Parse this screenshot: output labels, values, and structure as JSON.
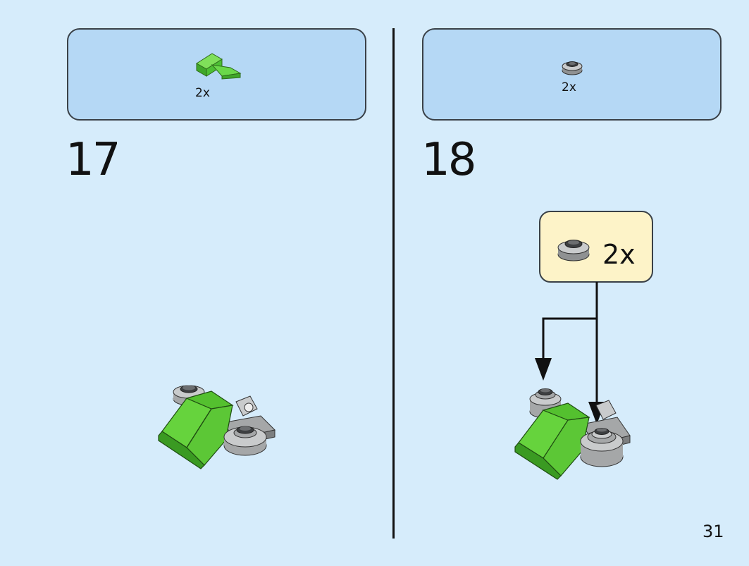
{
  "steps": [
    {
      "number": "17",
      "parts": [
        {
          "icon": "green-slope-brick-icon",
          "count": "2x"
        }
      ]
    },
    {
      "number": "18",
      "parts": [
        {
          "icon": "gray-round-plate-icon",
          "count": "2x"
        }
      ],
      "callout": {
        "icon": "gray-round-plate-icon",
        "count": "2x"
      }
    }
  ],
  "page": {
    "number": "31"
  },
  "colors": {
    "background": "#d6ecfb",
    "parts_box": "#b5d8f5",
    "callout": "#fdf3c8",
    "brick_green": "#5fcc3c",
    "brick_gray": "#a5a7a8"
  }
}
